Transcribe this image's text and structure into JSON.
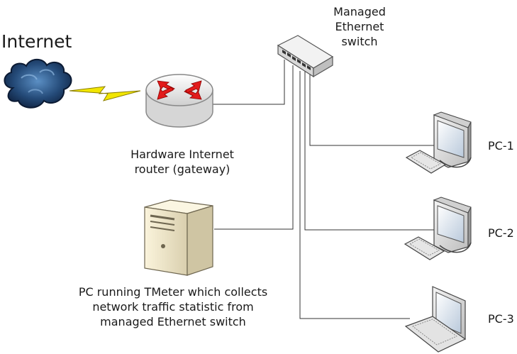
{
  "labels": {
    "internet": "Internet",
    "switch": [
      "Managed",
      "Ethernet",
      "switch"
    ],
    "router": [
      "Hardware Internet",
      "router (gateway)"
    ],
    "server": [
      "PC running TMeter which collects",
      "network traffic statistic from",
      "managed Ethernet switch"
    ],
    "pc1": "PC-1",
    "pc2": "PC-2",
    "pc3": "PC-3"
  },
  "icons": {
    "cloud": "cloud-icon",
    "lightning": "lightning-icon",
    "router": "router-icon",
    "switch": "switch-icon",
    "server": "server-tower-icon",
    "pc1": "desktop-computer-icon",
    "pc2": "desktop-computer-icon",
    "pc3": "laptop-icon"
  },
  "colors": {
    "cloud": "#1d3a5c",
    "lightning": "#f2e600",
    "router_arrows": "#e21b1b",
    "wire": "#333333",
    "text": "#1a1a1a"
  }
}
